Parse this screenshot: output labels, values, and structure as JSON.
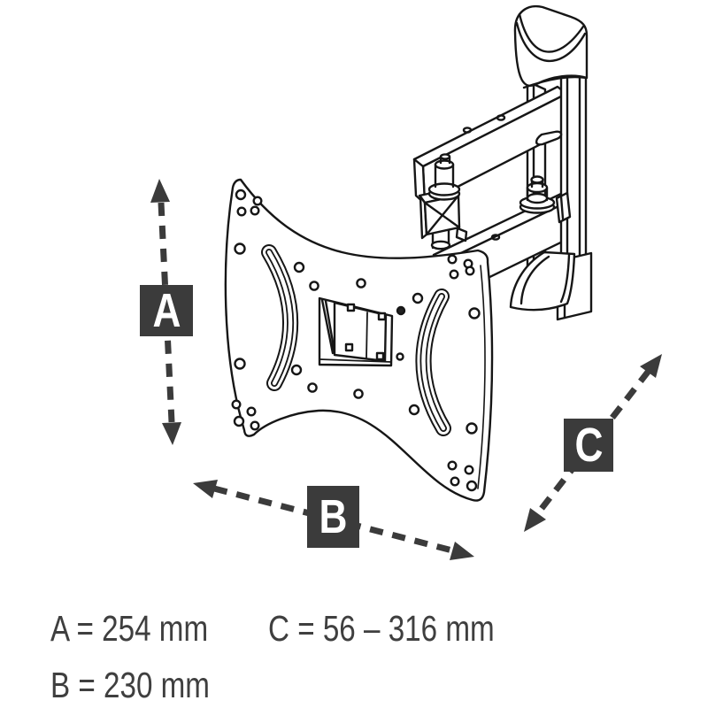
{
  "page": {
    "type": "product-dimension-diagram",
    "subject": "Articulating TV wall mount bracket with VESA plate, swivel arm and wall rail",
    "background": "#ffffff"
  },
  "labels": {
    "a": "A",
    "b": "B",
    "c": "C"
  },
  "dimensions": {
    "a": "A = 254 mm",
    "b": "B = 230 mm",
    "c": "C = 56 – 316 mm"
  },
  "arrows": {
    "a": "vertical-double-headed-dashed-arrow",
    "b": "diagonal-double-headed-dashed-arrow",
    "c": "diagonal-double-headed-dashed-arrow"
  },
  "colors": {
    "line_art": "#161616",
    "label_box_bg": "#3b3b3b",
    "label_letter": "#ffffff",
    "arrow": "#3b3b3b",
    "dimension_text": "#3f3f3f"
  }
}
